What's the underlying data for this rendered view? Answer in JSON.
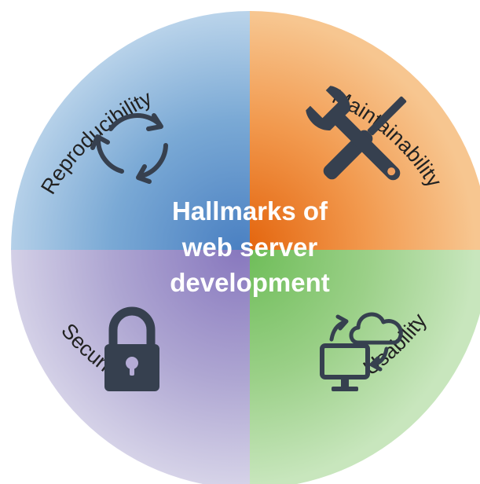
{
  "center": {
    "lines": [
      "Hallmarks of",
      "web server",
      "development"
    ]
  },
  "quadrants": [
    {
      "id": "reproducibility",
      "label": "Reproducibility",
      "icon": "refresh-cycle-icon",
      "color": "#5b8fc9"
    },
    {
      "id": "maintainability",
      "label": "Maintainability",
      "icon": "wrench-screwdriver-icon",
      "color": "#ef8a3c"
    },
    {
      "id": "security",
      "label": "Security",
      "icon": "padlock-icon",
      "color": "#9b8fc6"
    },
    {
      "id": "usability",
      "label": "Usability",
      "icon": "computer-cloud-sync-icon",
      "color": "#86c86e"
    }
  ],
  "icon_color": "#36404f"
}
